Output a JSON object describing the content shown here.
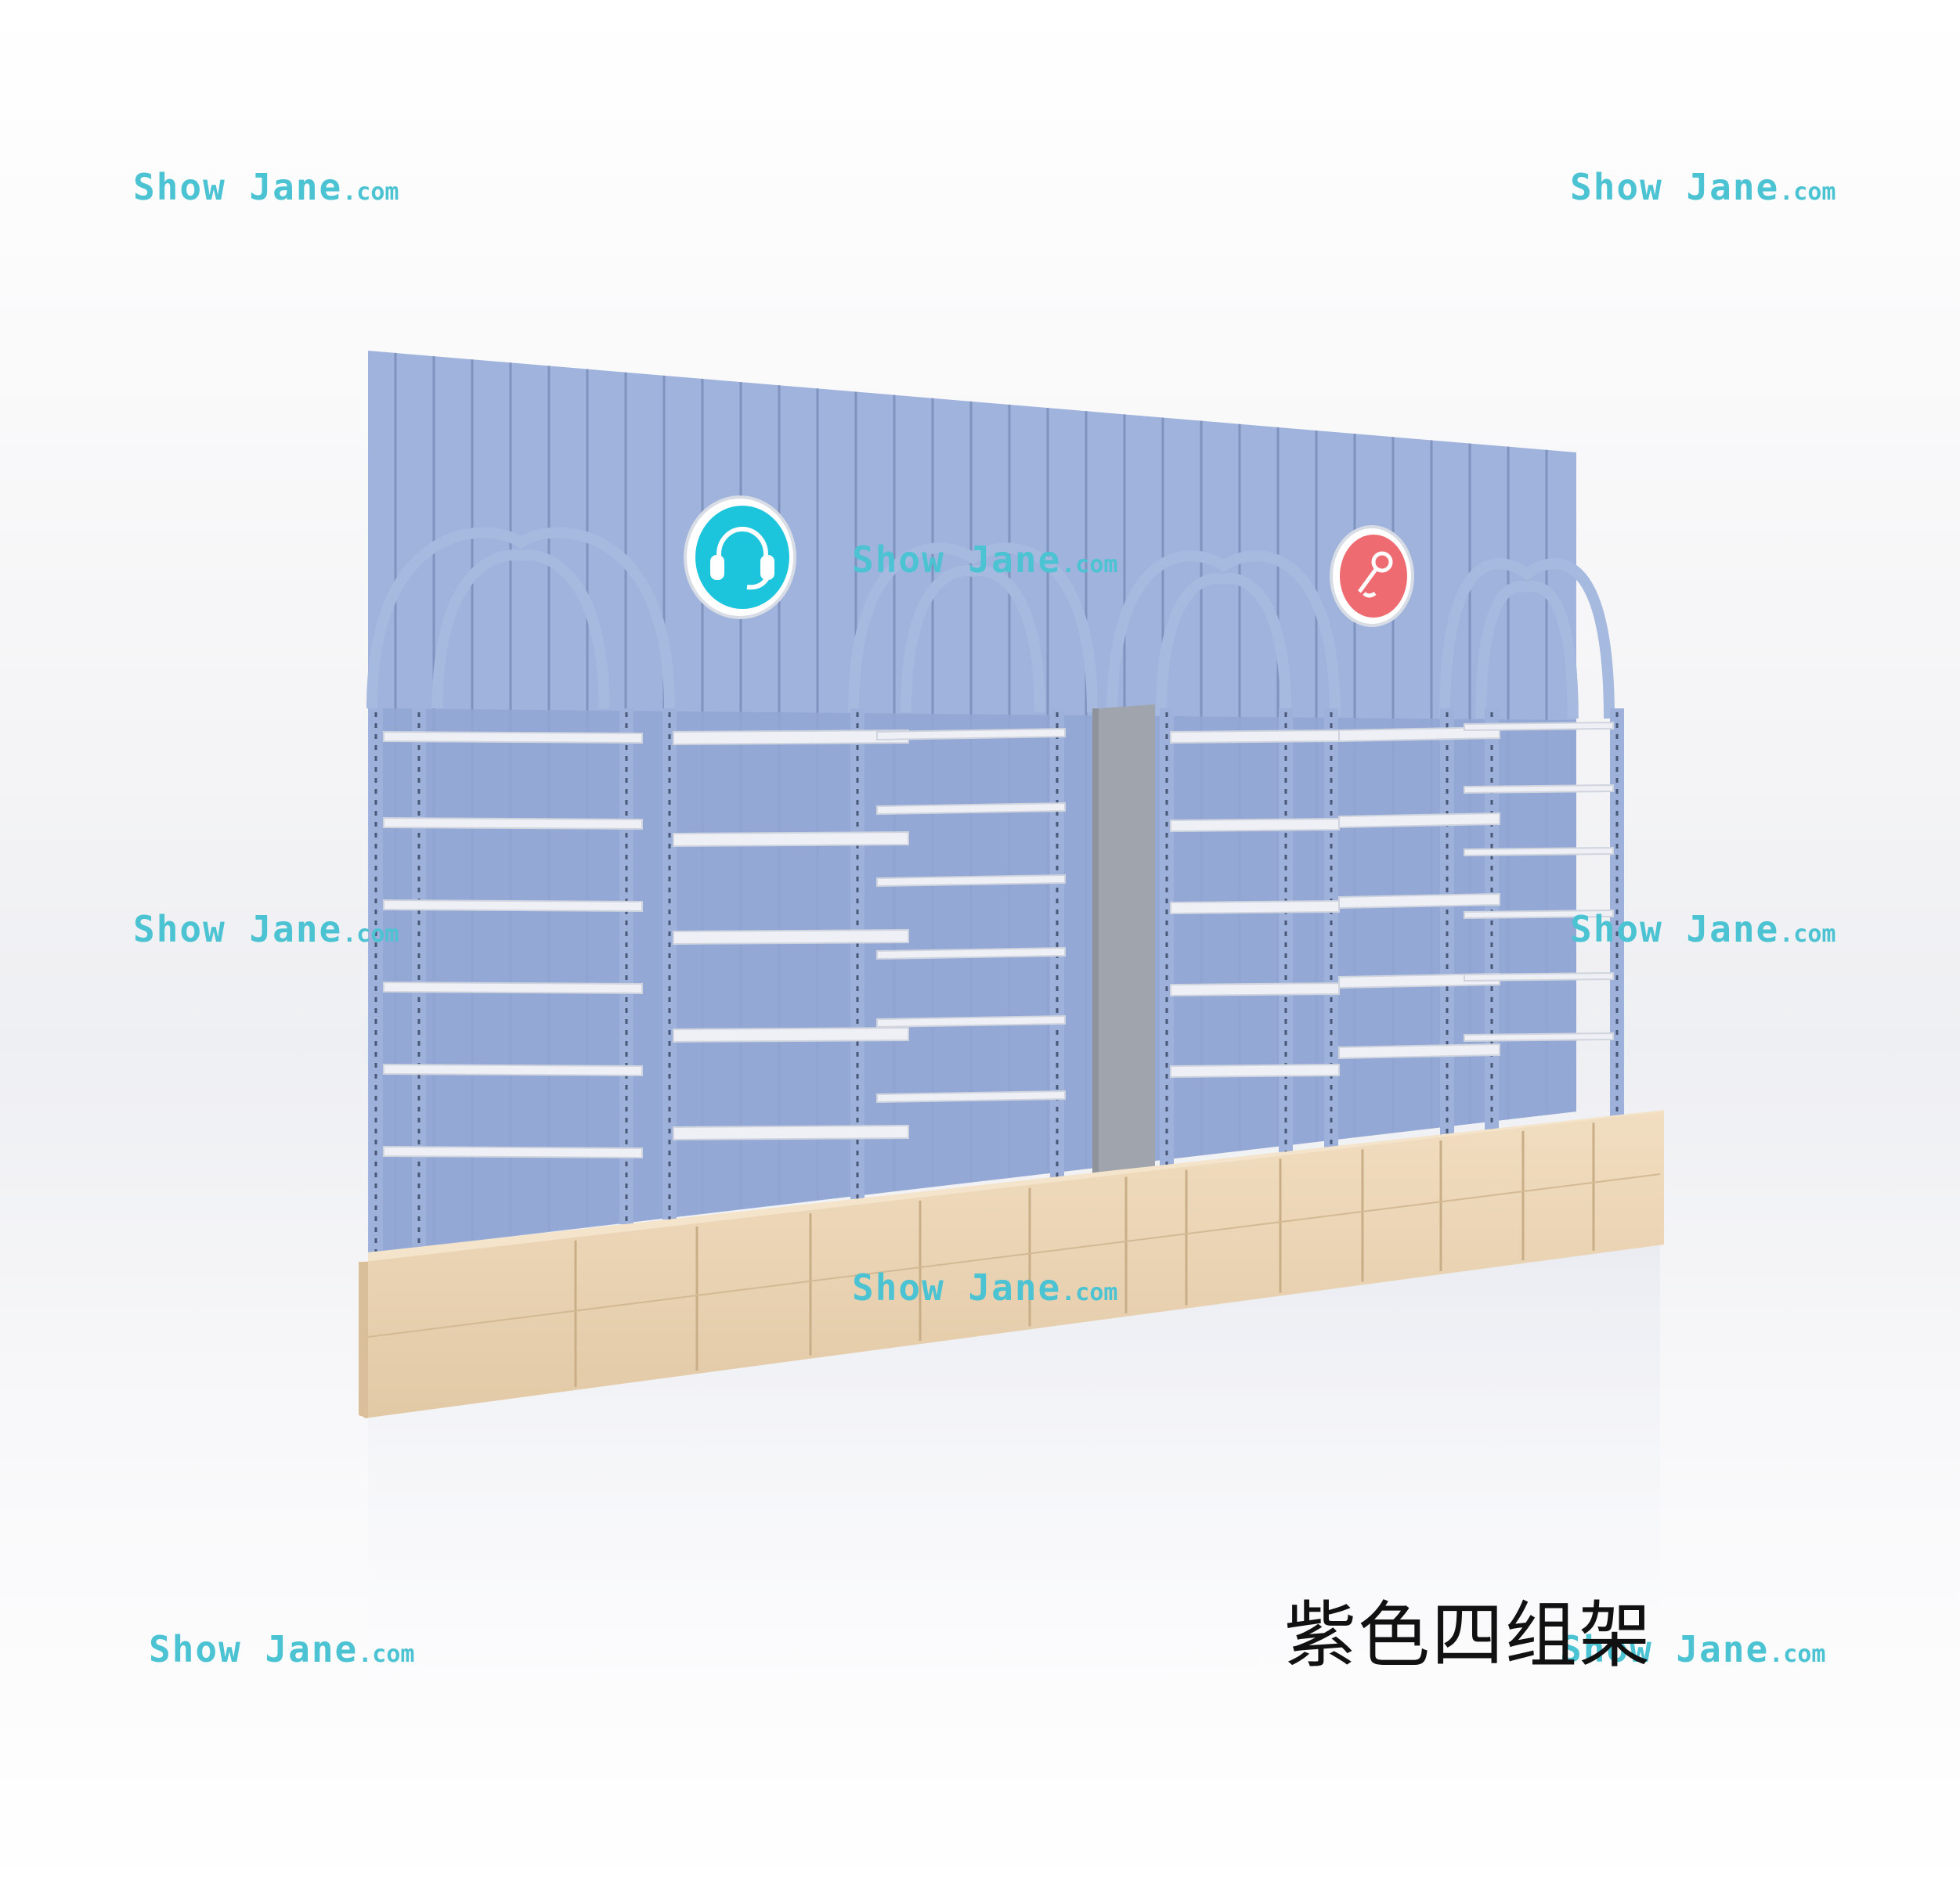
{
  "caption": "紫色四组架",
  "watermark": {
    "main": "Show Jane",
    "domain": ".com"
  },
  "colors": {
    "panel": "#9fb3dc",
    "panel_dark": "#8ea3cf",
    "wood": "#ecd6b6",
    "shelf": "#eef0f5",
    "divider": "#a0a4ad",
    "icon_cyan": "#1cc4dc",
    "icon_red": "#ef6b72",
    "watermark": "#4cc3d2"
  },
  "icons": [
    "headphones-icon",
    "microphone-icon"
  ]
}
